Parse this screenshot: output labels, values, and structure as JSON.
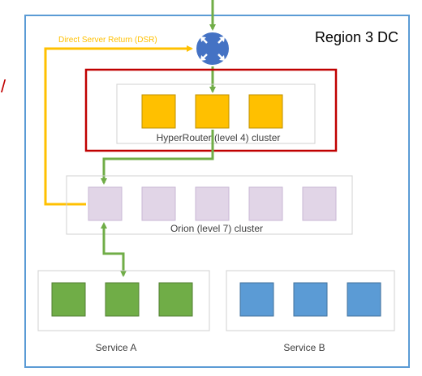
{
  "region": {
    "title": "Region 3 DC"
  },
  "dsr_label": "Direct Server Return (DSR)",
  "stray_mark": "/",
  "router": {
    "icon": "router-icon"
  },
  "hyperrouter": {
    "label": "HyperRouter (level 4) cluster",
    "node_count": 3
  },
  "orion": {
    "label": "Orion (level 7) cluster",
    "node_count": 5
  },
  "services": [
    {
      "label": "Service A",
      "node_count": 3
    },
    {
      "label": "Service B",
      "node_count": 3
    }
  ],
  "colors": {
    "region_border": "#5b9bd5",
    "highlight_border": "#c00000",
    "group_border": "#d0d0d0",
    "hyper_node": "#ffc000",
    "hyper_node_border": "#bf9000",
    "orion_node": "#e1d5e7",
    "orion_node_border": "#9673a6",
    "service_a_node": "#70ad47",
    "service_a_border": "#507e32",
    "service_b_node": "#5b9bd5",
    "service_b_border": "#41719c",
    "flow_arrow": "#70ad47",
    "dsr_arrow": "#ffc000",
    "router_fill": "#4472c4",
    "text": "#404040",
    "dsr_text": "#ffc000",
    "stray_text": "#c00000"
  }
}
